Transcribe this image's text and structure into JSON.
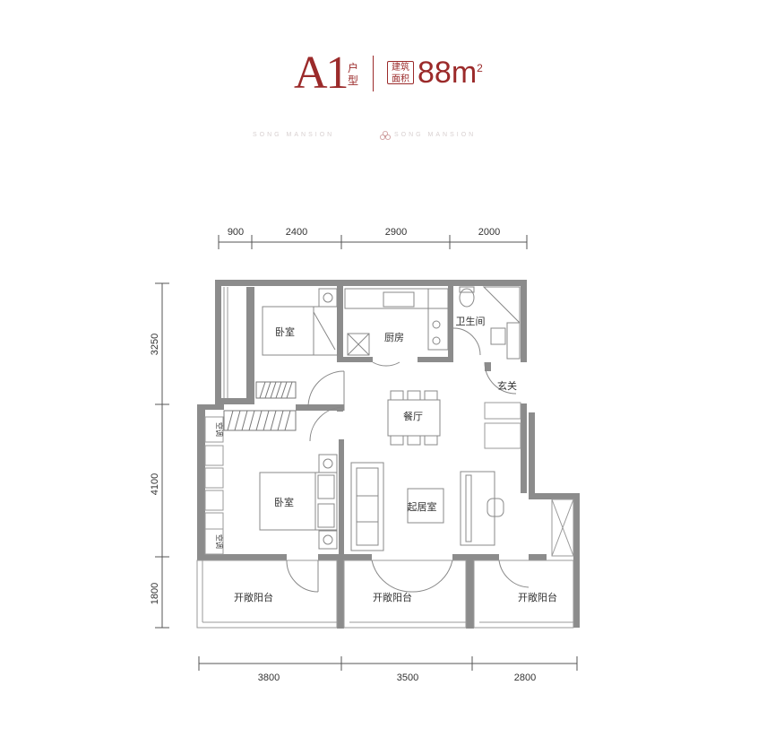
{
  "header": {
    "unit_code": "A1",
    "unit_type_label": [
      "户",
      "型"
    ],
    "area_badge_lines": [
      "建筑",
      "面积"
    ],
    "area_value": "88m",
    "area_unit_sup": "2",
    "brand_left": "SONG MANSION",
    "brand_right": "SONG MANSION"
  },
  "dimensions": {
    "top": [
      "900",
      "2400",
      "2900",
      "2000"
    ],
    "bottom": [
      "3800",
      "3500",
      "2800"
    ],
    "left": [
      "3250",
      "4100",
      "1800"
    ]
  },
  "rooms": {
    "bedroom_top": "卧室",
    "kitchen": "厨房",
    "bathroom": "卫生间",
    "entrance": "玄关",
    "dining": "餐厅",
    "bedroom_main": "卧室",
    "living": "起居室",
    "balcony_left": "开敞阳台",
    "balcony_mid": "开敞阳台",
    "balcony_right": "开敞阳台",
    "ac_top": "空调",
    "ac_bottom": "空调"
  },
  "colors": {
    "accent": "#9b2a2a",
    "wall": "#8c8c8c",
    "line": "#9a9a9a"
  }
}
